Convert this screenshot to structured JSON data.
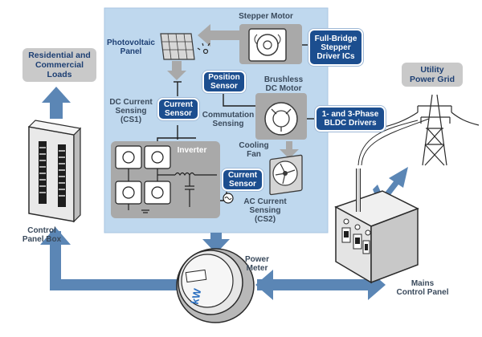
{
  "labels": {
    "stepper_motor": "Stepper Motor",
    "photovoltaic_panel": "Photovoltaic\nPanel",
    "brushless_dc_motor": "Brushless\nDC Motor",
    "dc_current_sensing": "DC Current\nSensing\n(CS1)",
    "commutation_sensing": "Commutation\nSensing",
    "cooling_fan": "Cooling\nFan",
    "inverter": "Inverter",
    "ac_current_sensing": "AC Current\nSensing\n(CS2)",
    "control_panel_box": "Control\nPanel Box",
    "power_meter": "Power\nMeter",
    "mains_control_panel": "Mains\nControl Panel",
    "meter_display": "kW"
  },
  "boxes": {
    "full_bridge": "Full-Bridge\nStepper\nDriver ICs",
    "position_sensor": "Position\nSensor",
    "current_sensor_1": "Current\nSensor",
    "current_sensor_2": "Current\nSensor",
    "bldc_drivers": "1- and 3-Phase\nBLDC Drivers",
    "residential_loads": "Residential and\nCommercial\nLoads",
    "utility_grid": "Utility\nPower Grid"
  },
  "colors": {
    "light_blue_panel": "#bfd8ee",
    "navy": "#1c4e8f",
    "arrow_blue": "#5b86b5",
    "gray_box": "#c9c9c9",
    "text_dark": "#3a4a5c"
  }
}
